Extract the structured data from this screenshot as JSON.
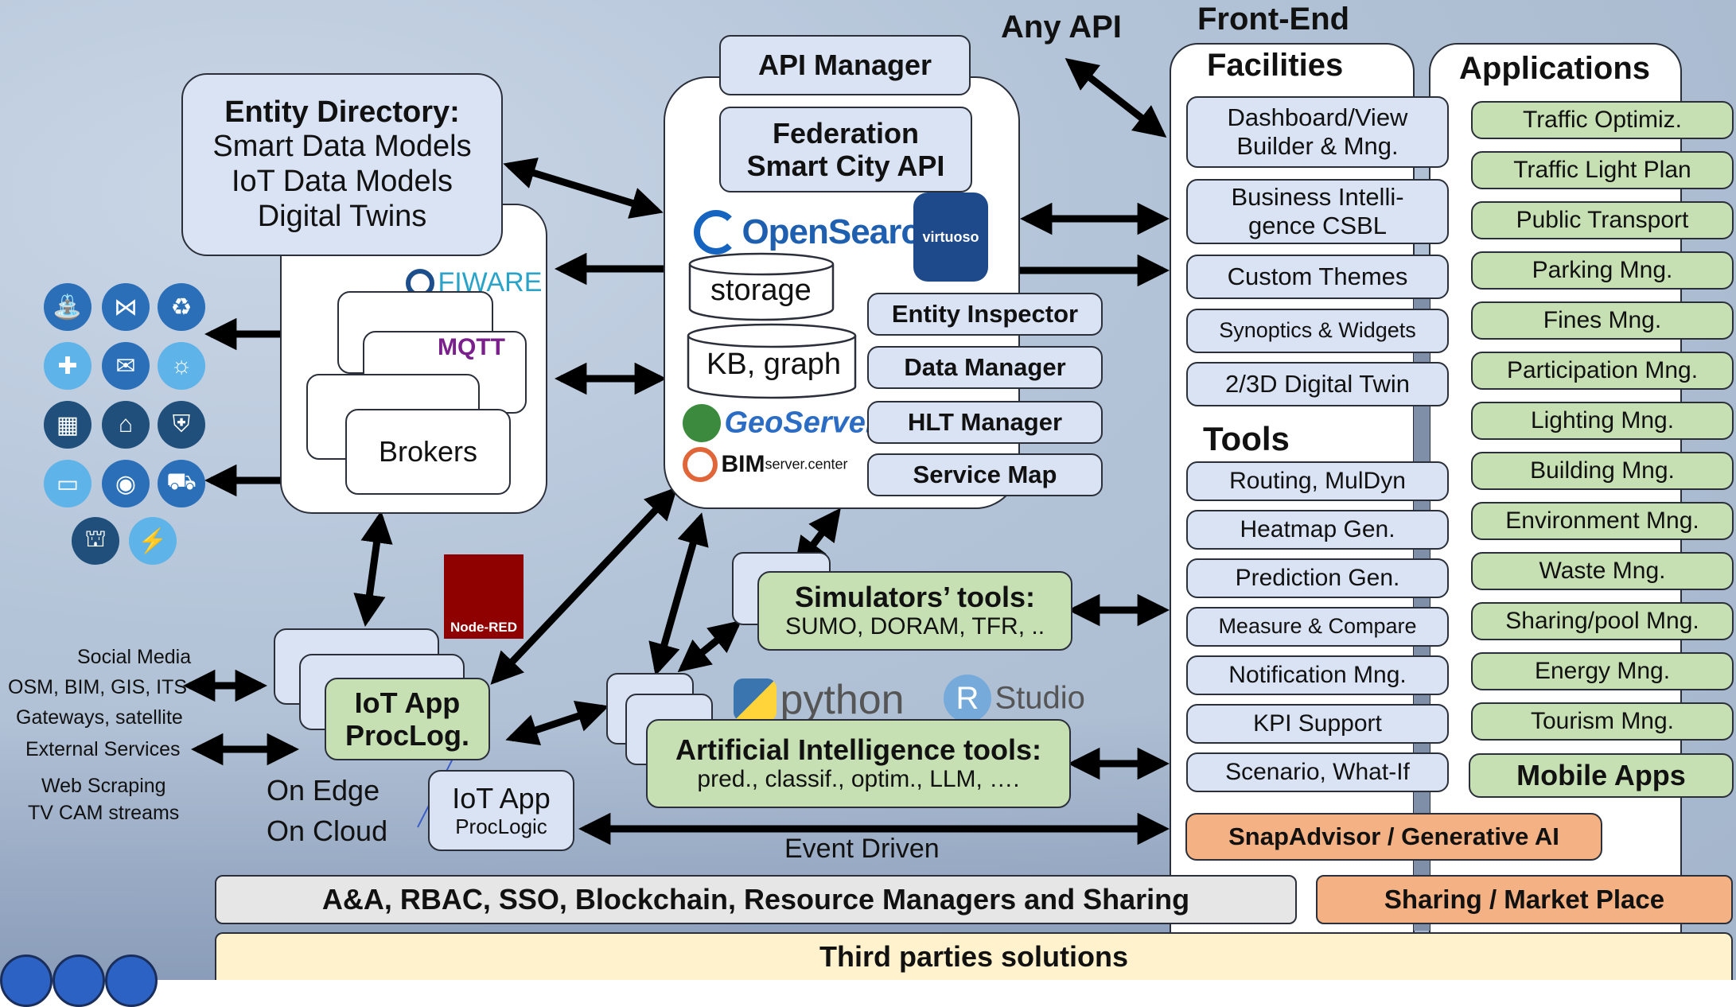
{
  "any_api": "Any API",
  "front_end": "Front-End",
  "facilities": {
    "title": "Facilities",
    "items": [
      "Dashboard/View Builder & Mng.",
      "Business Intelli-gence CSBL",
      "Custom Themes",
      "Synoptics & Widgets",
      "2/3D Digital Twin"
    ]
  },
  "tools": {
    "title": "Tools",
    "items": [
      "Routing, MulDyn",
      "Heatmap Gen.",
      "Prediction Gen.",
      "Measure & Compare",
      "Notification Mng.",
      "KPI Support",
      "Scenario, What-If"
    ]
  },
  "applications": {
    "title": "Applications",
    "items": [
      "Traffic Optimiz.",
      "Traffic Light Plan",
      "Public Transport",
      "Parking Mng.",
      "Fines Mng.",
      "Participation Mng.",
      "Lighting Mng.",
      "Building Mng.",
      "Environment Mng.",
      "Waste Mng.",
      "Sharing/pool Mng.",
      "Energy Mng.",
      "Tourism Mng."
    ],
    "mobile": "Mobile Apps"
  },
  "api_manager": "API Manager",
  "federation": [
    "Federation",
    "Smart City API"
  ],
  "opensearch": "OpenSearch",
  "virtuoso": "virtuoso",
  "storage": "storage",
  "kb_graph": "KB, graph",
  "geoserver": "GeoServer",
  "bimserver": [
    "BIM",
    "server.center"
  ],
  "entity_inspector": "Entity Inspector",
  "data_manager": "Data Manager",
  "hlt_manager": "HLT Manager",
  "service_map": "Service Map",
  "entity_directory": [
    "Entity Directory:",
    "Smart Data Models",
    "IoT Data Models",
    "Digital Twins"
  ],
  "fiware": "FIWARE",
  "mqtt": "MQTT",
  "brokers": "Brokers",
  "node_red": "Node-RED",
  "iot_app_proclog": [
    "IoT App",
    "ProcLog."
  ],
  "iot_app_proclogic": [
    "IoT App",
    "ProcLogic"
  ],
  "on_edge": "On Edge",
  "on_cloud": "On Cloud",
  "sources": [
    "Social Media",
    "OSM, BIM, GIS, ITS",
    "Gateways, satellite",
    "External Services",
    "Web Scraping",
    "TV CAM streams"
  ],
  "simulators": [
    "Simulators’ tools:",
    "SUMO, DORAM, TFR, .."
  ],
  "python": "python",
  "rstudio": [
    "R",
    "Studio"
  ],
  "ai_tools": [
    "Artificial Intelligence tools:",
    "pred., classif., optim., LLM, …."
  ],
  "event_driven": "Event Driven",
  "snapadvisor": "SnapAdvisor / Generative AI",
  "aaa": "A&A, RBAC, SSO, Blockchain, Resource Managers and Sharing",
  "sharing_market": "Sharing / Market Place",
  "third_parties": "Third parties solutions",
  "colors": {
    "blue": "#d9e3f3",
    "green": "#c6e0b4",
    "orange": "#f4b183",
    "yellow": "#fff2cc"
  }
}
